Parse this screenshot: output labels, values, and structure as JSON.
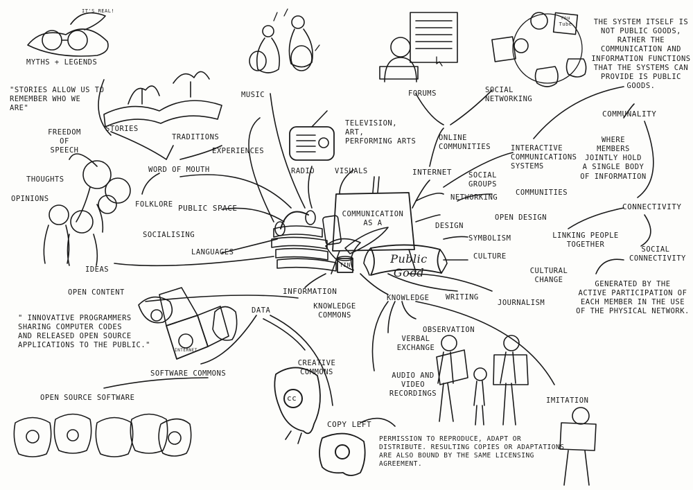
{
  "center": {
    "board": "COMMUNICATION\nAS A",
    "banner": "Public Good",
    "tin": "Tin"
  },
  "left": {
    "myths": "MYTHS + LEGENDS",
    "its_real": "IT'S REAL!",
    "stories_quote": "\"STORIES ALLOW US TO\nREMEMBER WHO WE\nARE\"",
    "stories": "STORIES",
    "freedom": "FREEDOM\nOF\nSPEECH",
    "thoughts": "THOUGHTS",
    "opinions": "OPINIONS",
    "ideas": "IDEAS",
    "traditions": "TRADITIONS",
    "experiences": "EXPERIENCES",
    "word_of_mouth": "WORD OF MOUTH",
    "folklore": "FOLKLORE",
    "public_space": "PUBLIC SPACE",
    "socialising": "SOCIALISING",
    "languages": "LANGUAGES"
  },
  "top": {
    "music": "MUSIC",
    "radio": "RADIO",
    "visuals": "VISUALS",
    "tv": "TELEVISION,\nART,\nPERFORMING ARTS"
  },
  "right": {
    "forums": "FORUMS",
    "social_networking": "SOCIAL\nNETWORKING",
    "online_communities": "ONLINE\nCOMMUNITIES",
    "internet": "INTERNET",
    "social_groups": "SOCIAL\nGROUPS",
    "networking": "NETWORKING",
    "communities": "COMMUNITIES",
    "interactive": "INTERACTIVE\nCOMMUNICATIONS\nSYSTEMS",
    "system_quote": "THE SYSTEM ITSELF IS\nNOT PUBLIC GOODS,\nRATHER THE\nCOMMUNICATION AND\nINFORMATION FUNCTIONS\nTHAT THE SYSTEMS CAN\nPROVIDE IS PUBLIC\nGOODS.",
    "communality": "COMMUNALITY",
    "where_members": "WHERE\nMEMBERS\nJOINTLY HOLD\nA SINGLE BODY\nOF INFORMATION",
    "connectivity": "CONNECTIVITY",
    "linking": "LINKING PEOPLE\nTOGETHER",
    "social_connectivity": "SOCIAL\nCONNECTIVITY",
    "generated": "GENERATED BY THE\nACTIVE PARTICIPATION OF\nEACH MEMBER IN THE USE\nOF THE PHYSICAL NETWORK.",
    "design": "DESIGN",
    "open_design": "OPEN DESIGN",
    "symbolism": "SYMBOLISM",
    "culture": "CULTURE",
    "cultural_change": "CULTURAL\nCHANGE"
  },
  "bottom": {
    "information": "INFORMATION",
    "data": "DATA",
    "knowledge_commons": "KNOWLEDGE\nCOMMONS",
    "knowledge": "KNOWLEDGE",
    "writing": "WRITING",
    "journalism": "JOURNALISM",
    "open_content": "OPEN CONTENT",
    "programmers_quote": "\" INNOVATIVE PROGRAMMERS\nSHARING COMPUTER CODES\nAND RELEASED OPEN SOURCE\nAPPLICATIONS TO THE PUBLIC.\"",
    "software_commons": "SOFTWARE COMMONS",
    "open_source": "OPEN SOURCE SOFTWARE",
    "creative_commons": "CREATIVE\nCOMMONS",
    "copy_left": "COPY LEFT",
    "copyleft_desc": "PERMISSION TO REPRODUCE, ADAPT OR\nDISTRIBUTE. RESULTING COPIES OR ADAPTATIONS\nARE ALSO BOUND BY THE SAME LICENSING\nAGREEMENT.",
    "verbal": "VERBAL\nEXCHANGE",
    "observation": "OBSERVATION",
    "audio_video": "AUDIO AND\nVIDEO\nRECORDINGS",
    "imitation": "IMITATION",
    "cc": "cc",
    "youtube": "You\nTube",
    "internet_box": "INTERNET"
  }
}
